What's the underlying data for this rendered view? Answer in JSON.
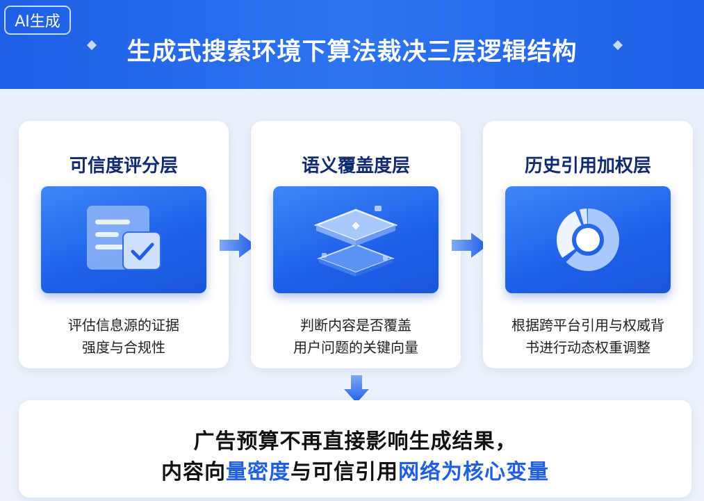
{
  "badge": "AI生成",
  "title": "生成式搜索环境下算法裁决三层逻辑结构",
  "cards": [
    {
      "title": "可信度评分层",
      "icon": "document-check-icon",
      "desc_line1": "评估信息源的证据",
      "desc_line2": "强度与合规性"
    },
    {
      "title": "语义覆盖度层",
      "icon": "stacked-layers-icon",
      "desc_line1": "判断内容是否覆盖",
      "desc_line2": "用户问题的关键向量"
    },
    {
      "title": "历史引用加权层",
      "icon": "donut-chart-icon",
      "desc_line1": "根据跨平台引用与权威背",
      "desc_line2": "书进行动态权重调整"
    }
  ],
  "conclusion": {
    "line1": "广告预算不再直接影响生成结果，",
    "line2_a": "内容向",
    "line2_b": "量密度",
    "line2_c": "与可信引用",
    "line2_d": "网络为核心变量"
  },
  "colors": {
    "accent": "#1f5fe6",
    "title_text": "#0f2a6e"
  }
}
